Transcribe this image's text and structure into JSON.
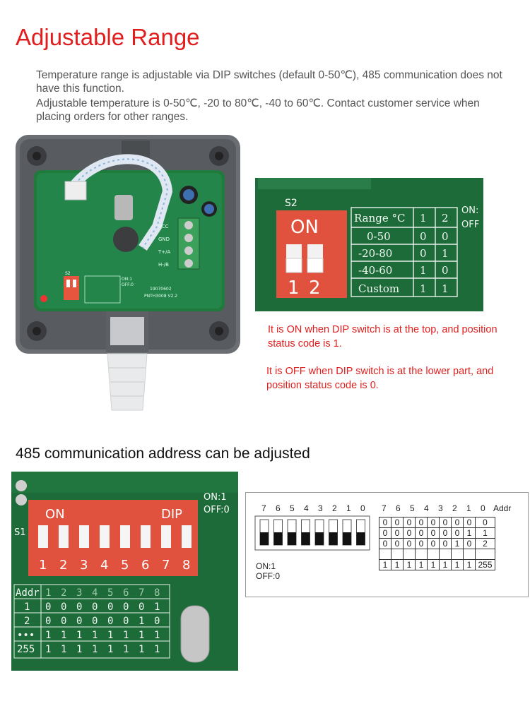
{
  "title": "Adjustable Range",
  "intro": {
    "line1": "Temperature range is adjustable via DIP switches (default 0-50℃), 485 communication does not have this function.",
    "line2": "Adjustable temperature is 0-50℃, -20 to 80℃, -40 to 60℃. Contact customer service when placing orders for other ranges."
  },
  "enclosure": {
    "terminals": [
      "VCC",
      "GND",
      "T+/A",
      "H-/B"
    ],
    "board_code": "19070602",
    "board_model": "PNTH3008 V2.2",
    "mini_switch": "S2",
    "mini_onoff": [
      "ON:1",
      "OFF:0"
    ]
  },
  "closeup": {
    "switch_name": "S2",
    "on_label": "ON",
    "positions": [
      "1",
      "2"
    ],
    "table_header": [
      "Range °C",
      "1",
      "2"
    ],
    "rows": [
      [
        "0-50",
        "0",
        "0"
      ],
      [
        "-20-80",
        "0",
        "1"
      ],
      [
        "-40-60",
        "1",
        "0"
      ],
      [
        "Custom",
        "1",
        "1"
      ]
    ],
    "legend": [
      "ON:",
      "OFF"
    ]
  },
  "notes": {
    "on": "It is ON when DIP switch is at the top, and position status code is 1.",
    "off": "It is OFF when DIP switch is at the lower part, and position status code is 0."
  },
  "section2": "485 communication address can be adjusted",
  "dip8": {
    "on_label": "ON",
    "dip_label": "DIP",
    "side_label": "S1",
    "legend": [
      "ON:1",
      "OFF:0"
    ],
    "numbers": [
      "1",
      "2",
      "3",
      "4",
      "5",
      "6",
      "7",
      "8"
    ],
    "addr_header": [
      "Addr",
      "1",
      "2",
      "3",
      "4",
      "5",
      "6",
      "7",
      "8"
    ],
    "addr_rows": [
      [
        "1",
        "0",
        "0",
        "0",
        "0",
        "0",
        "0",
        "0",
        "1"
      ],
      [
        "2",
        "0",
        "0",
        "0",
        "0",
        "0",
        "0",
        "1",
        "0"
      ],
      [
        "•••",
        "1",
        "1",
        "1",
        "1",
        "1",
        "1",
        "1",
        "1"
      ],
      [
        "255",
        "1",
        "1",
        "1",
        "1",
        "1",
        "1",
        "1",
        "1"
      ]
    ]
  },
  "diagram": {
    "bits": [
      "7",
      "6",
      "5",
      "4",
      "3",
      "2",
      "1",
      "0"
    ],
    "addr_label": "Addr",
    "on_text": "ON:1",
    "off_text": "OFF:0",
    "rows": [
      {
        "bits": [
          "0",
          "0",
          "0",
          "0",
          "0",
          "0",
          "0",
          "0"
        ],
        "addr": "0"
      },
      {
        "bits": [
          "0",
          "0",
          "0",
          "0",
          "0",
          "0",
          "0",
          "1"
        ],
        "addr": "1"
      },
      {
        "bits": [
          "0",
          "0",
          "0",
          "0",
          "0",
          "0",
          "1",
          "0"
        ],
        "addr": "2"
      },
      {
        "bits": [
          "",
          "",
          "",
          "",
          "",
          "",
          "",
          ""
        ],
        "addr": ""
      },
      {
        "bits": [
          "1",
          "1",
          "1",
          "1",
          "1",
          "1",
          "1",
          "1"
        ],
        "addr": "255"
      }
    ]
  }
}
